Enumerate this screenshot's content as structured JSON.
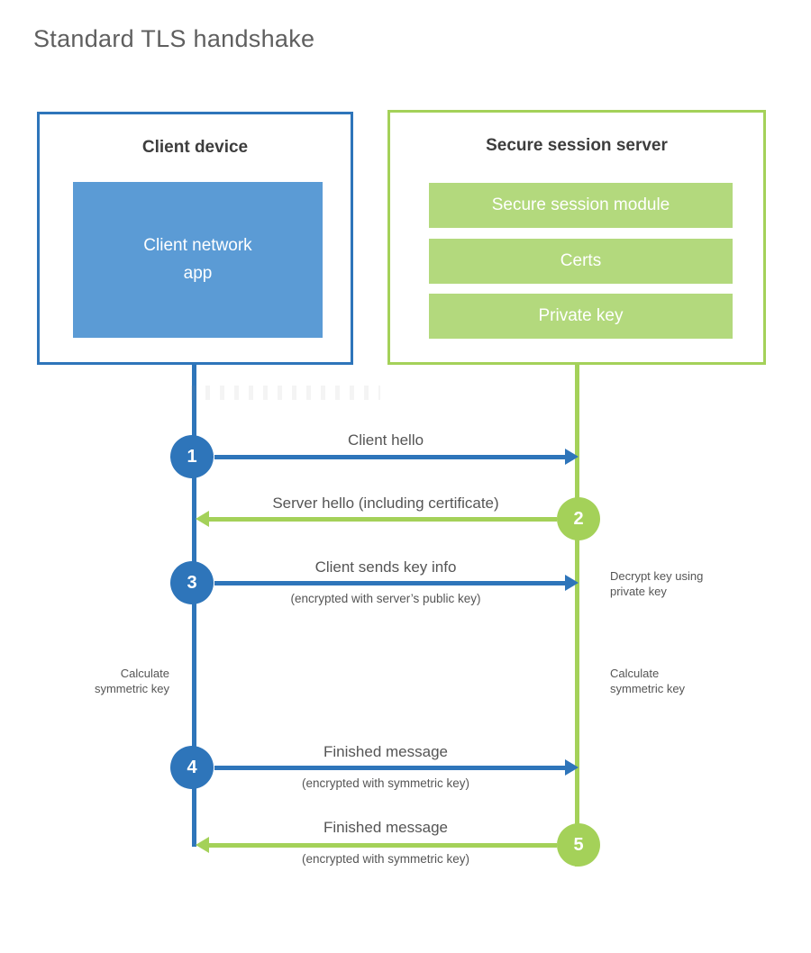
{
  "page": {
    "title": "Standard TLS handshake"
  },
  "colors": {
    "blue_accent": "#2e75ba",
    "blue_fill": "#5b9bd5",
    "green_accent": "#a4d159",
    "green_fill": "#b3d97d",
    "heading_text": "#3d3d3d",
    "label_text": "#555555"
  },
  "client": {
    "title": "Client device",
    "module": "Client network\napp"
  },
  "server": {
    "title": "Secure session server",
    "modules": [
      "Secure session module",
      "Certs",
      "Private key"
    ]
  },
  "steps": [
    {
      "num": "1",
      "label": "Client hello",
      "sub": "",
      "direction": "right",
      "color": "blue"
    },
    {
      "num": "2",
      "label": "Server hello (including certificate)",
      "sub": "",
      "direction": "left",
      "color": "green"
    },
    {
      "num": "3",
      "label": "Client sends key info",
      "sub": "(encrypted with server’s public key)",
      "direction": "right",
      "color": "blue"
    },
    {
      "num": "4",
      "label": "Finished message",
      "sub": "(encrypted with symmetric key)",
      "direction": "right",
      "color": "blue"
    },
    {
      "num": "5",
      "label": "Finished message",
      "sub": "(encrypted with symmetric key)",
      "direction": "left",
      "color": "green"
    }
  ],
  "notes": {
    "decrypt": "Decrypt key using\nprivate key",
    "calc_left": "Calculate\nsymmetric key",
    "calc_right": "Calculate\nsymmetric key"
  }
}
